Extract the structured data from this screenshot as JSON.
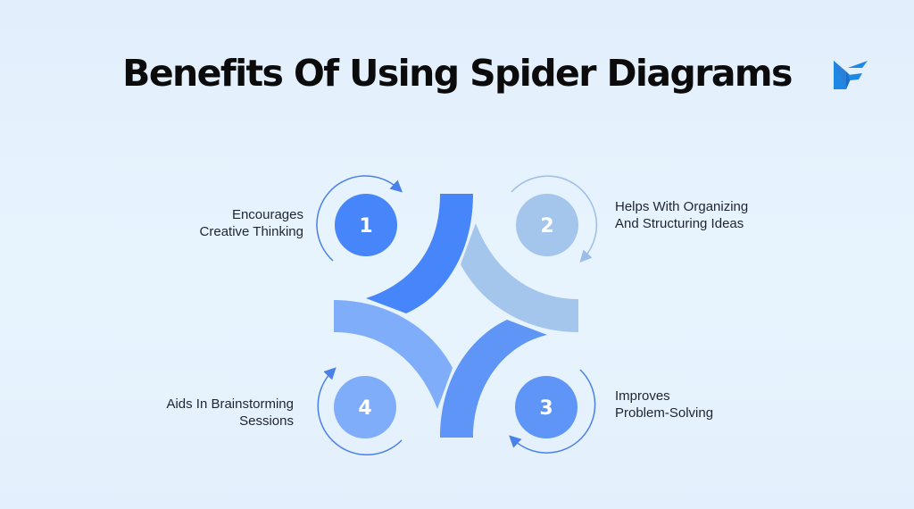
{
  "title": "Benefits Of Using Spider Diagrams",
  "logo": {
    "icon": "mf-brand-logo-icon",
    "color": "#1e88e5"
  },
  "colors": {
    "step1": "#4785fb",
    "step2": "#a5c6ec",
    "step3": "#5e95f7",
    "step4": "#7fadf9",
    "arrow_dark": "#4a80ea",
    "arrow_light": "#9dbde8",
    "text": "#1f2430"
  },
  "steps": [
    {
      "number": "1",
      "line1": "Encourages",
      "line2": "Creative Thinking"
    },
    {
      "number": "2",
      "line1": "Helps With Organizing",
      "line2": "And Structuring Ideas"
    },
    {
      "number": "3",
      "line1": "Improves",
      "line2": "Problem-Solving"
    },
    {
      "number": "4",
      "line1": "Aids In Brainstorming",
      "line2": "Sessions"
    }
  ]
}
